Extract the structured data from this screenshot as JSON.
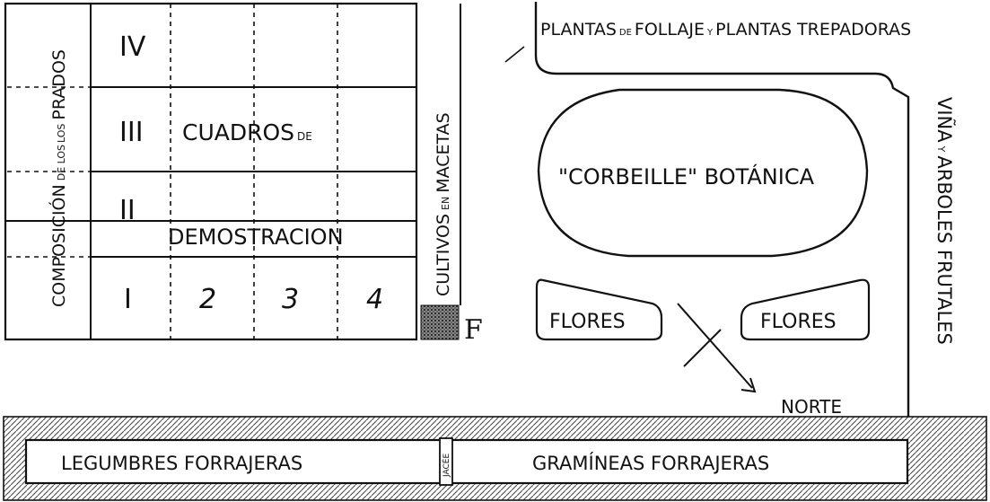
{
  "left_block": {
    "side_label": "COMPOSICIÓN",
    "side_label_small": "DE LOS",
    "side_label_end": "PRADOS",
    "rows": [
      "IV",
      "III",
      "II",
      "I"
    ],
    "columns": [
      "2",
      "3",
      "4"
    ],
    "title_line1": "CUADROS",
    "title_small": "DE",
    "title_line2": "DEMOSTRACION"
  },
  "pots_strip": {
    "label": "CULTIVOS",
    "label_small": "EN",
    "label_end": "MACETAS"
  },
  "marker": "F",
  "top_band": {
    "part1": "PLANTAS",
    "part1_small": "DE",
    "part2": "FOLLAJE",
    "part2_small": "Y",
    "part3": "PLANTAS TREPADORAS"
  },
  "right_band": {
    "part1": "VIÑA",
    "part1_small": "Y",
    "part2": "ARBOLES FRUTALES"
  },
  "corbeille": "\"CORBEILLE\" BOTÁNICA",
  "flower_beds": [
    "FLORES",
    "FLORES"
  ],
  "compass_label": "NORTE",
  "bottom_strip": {
    "left": "LEGUMBRES FORRAJERAS",
    "middle": "JACÉE",
    "right": "GRAMÍNEAS FORRAJERAS"
  },
  "colors": {
    "ink": "#111111",
    "paper": "#ffffff"
  }
}
